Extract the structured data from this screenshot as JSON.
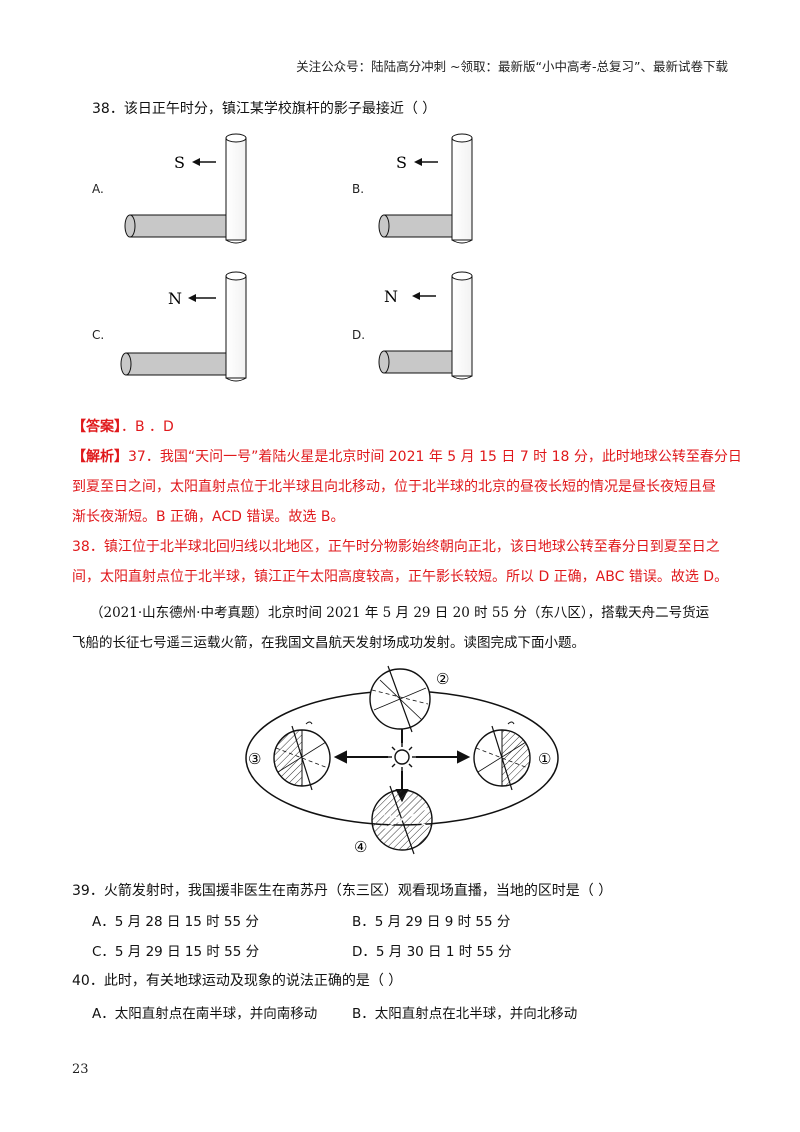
{
  "header": "关注公众号：陆陆高分冲刺 ~领取：最新版“小中高考-总复习”、最新试卷下载",
  "q38": {
    "text": "38．该日正午时分，镇江某学校旗杆的影子最接近（    ）",
    "options": [
      {
        "label": "A.",
        "dir": "S"
      },
      {
        "label": "B.",
        "dir": "S"
      },
      {
        "label": "C.",
        "dir": "N"
      },
      {
        "label": "D.",
        "dir": "N"
      }
    ]
  },
  "answer": {
    "tag": "【答案】",
    "text": "．B         ．D"
  },
  "analysis": {
    "tag": "【解析】",
    "line1": "37．我国“天问一号”着陆火星是北京时间 2021 年 5 月 15 日 7 时 18 分，此时地球公转至春分日",
    "line2": "到夏至日之间，太阳直射点位于北半球且向北移动，位于北半球的北京的昼夜长短的情况是昼长夜短且昼",
    "line3": "渐长夜渐短。B 正确，ACD 错误。故选 B。",
    "line4": "38．镇江位于北半球北回归线以北地区，正午时分物影始终朝向正北，该日地球公转至春分日到夏至日之",
    "line5": "间，太阳直射点位于北半球，镇江正午太阳高度较高，正午影长较短。所以 D 正确，ABC 错误。故选 D。"
  },
  "intro": {
    "line1": "（2021·山东德州·中考真题）北京时间 2021 年 5 月 29 日 20 时 55 分（东八区），搭载天舟二号货运",
    "line2": "飞船的长征七号遥三运载火箭，在我国文昌航天发射场成功发射。读图完成下面小题。"
  },
  "orbit": {
    "labels": [
      "①",
      "②",
      "③",
      "④"
    ]
  },
  "q39": {
    "text": "39．火箭发射时，我国援非医生在南苏丹（东三区）观看现场直播，当地的区时是（    ）",
    "A": "A．5 月 28 日 15 时 55 分",
    "B": "B．5 月 29 日 9 时 55 分",
    "C": "C．5 月 29 日 15 时 55 分",
    "D": "D．5 月 30 日 1 时 55 分"
  },
  "q40": {
    "text": "40．此时，有关地球运动及现象的说法正确的是（    ）",
    "A": "A．太阳直射点在南半球，并向南移动",
    "B": "B．太阳直射点在北半球，并向北移动"
  },
  "page_number": "23"
}
